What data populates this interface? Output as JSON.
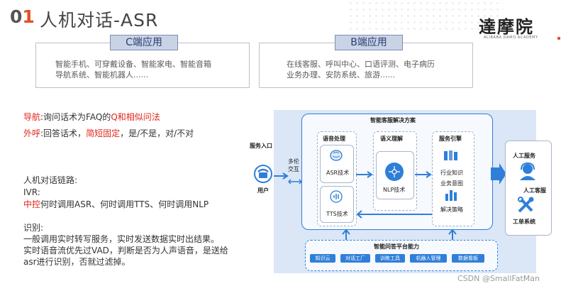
{
  "header": {
    "number_prefix": "0",
    "number_highlight": "1",
    "title": "人机对话-ASR",
    "logo_text": "達摩院",
    "logo_subtext": "ALIBABA DAMO ACADEMY"
  },
  "c_card": {
    "tag": "C端应用",
    "line1": "智能手机、可穿戴设备、智能家电、智能音箱",
    "line2": "导航系统、智能机器人......"
  },
  "b_card": {
    "tag": "B端应用",
    "line1": "在线客服、呼叫中心、口语评测、电子病历",
    "line2": "业务办理、安防系统、旅游......"
  },
  "notes": {
    "nav_label": "导航",
    "nav_text": ":询问话术为FAQ的",
    "nav_highlight": "Q和相似问法",
    "call_label": "外呼",
    "call_text": ":回答话术，",
    "call_highlight": "简短固定",
    "call_tail": "，是/不是，对/不对",
    "chain_title": "人机对话链路:",
    "ivr": "IVR:",
    "control_label": "中控",
    "control_text": "何时调用ASR、何时调用TTS、何时调用NLP",
    "recog_title": "识别:",
    "recog_line1": "一般调用实时转写服务，实时发送数据实时出结果。",
    "recog_line2": "实时语音流优先过VAD，判断是否为人声语音，是送给",
    "recog_line3": "asr进行识别，否就过滤掉。"
  },
  "diagram": {
    "service_entry": "服务入口",
    "user": "用户",
    "multi_round_1": "多伦",
    "multi_round_2": "交互",
    "solution_title": "智能客服解决方案",
    "voice_processing": "语音处理",
    "asr_tech": "ASR技术",
    "tts_tech": "TTS技术",
    "semantic": "语义理解",
    "nlp_tech": "NLP技术",
    "service_engine": "服务引擎",
    "industry_knowledge": "行业知识",
    "business_intent": "业务意图",
    "decision_strategy": "解决策略",
    "platform_title": "智能问答平台能力",
    "platform_chips": [
      "知识云",
      "对话工厂",
      "训练工具",
      "机器人管理",
      "数据看板"
    ],
    "human_service": "人工服务",
    "human_agent": "人工客服",
    "ticket_system": "工单系统"
  },
  "watermark": "CSDN @SmallFatMan",
  "colors": {
    "accent_red": "#e1261c",
    "diagram_blue": "#2f7fd9",
    "tag_bg": "#c8d3e6"
  }
}
